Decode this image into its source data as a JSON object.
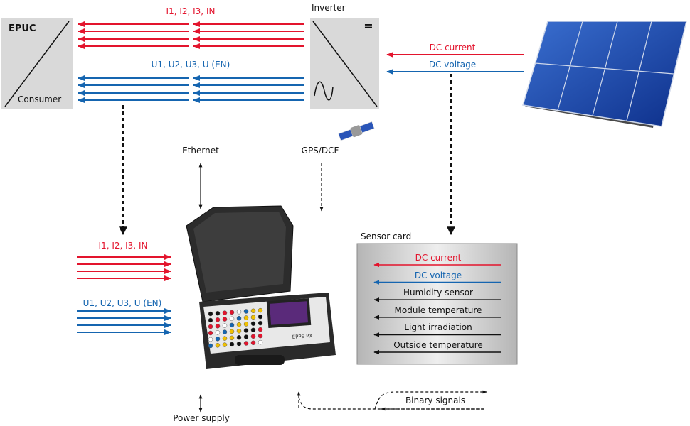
{
  "colors": {
    "current": "#e3142d",
    "voltage": "#1565b0",
    "box": "#d9d9d9",
    "sensor_card": "#c8c8c8"
  },
  "epuc": {
    "title": "EPUC",
    "subtitle": "Consumer"
  },
  "inverter": {
    "title": "Inverter",
    "dc_symbol": "="
  },
  "top_current_label": "I1, I2, I3, IN",
  "top_voltage_label": "U1, U2, U3, U (EN)",
  "dc_current_label": "DC current",
  "dc_voltage_label": "DC voltage",
  "ethernet_label": "Ethernet",
  "gps_label": "GPS/DCF",
  "bottom_current_label": "I1, I2, I3, IN",
  "bottom_voltage_label": "U1, U2, U3, U (EN)",
  "device": {
    "brand": "EPPE PX"
  },
  "sensor_card": {
    "title": "Sensor card",
    "rows": [
      {
        "label": "DC current",
        "color": "#e3142d"
      },
      {
        "label": "DC voltage",
        "color": "#1565b0"
      },
      {
        "label": "Humidity sensor",
        "color": "#111111"
      },
      {
        "label": "Module temperature",
        "color": "#111111"
      },
      {
        "label": "Light irradiation",
        "color": "#111111"
      },
      {
        "label": "Outside temperature",
        "color": "#111111"
      }
    ]
  },
  "binary_signals_label": "Binary signals",
  "power_supply_label": "Power supply"
}
